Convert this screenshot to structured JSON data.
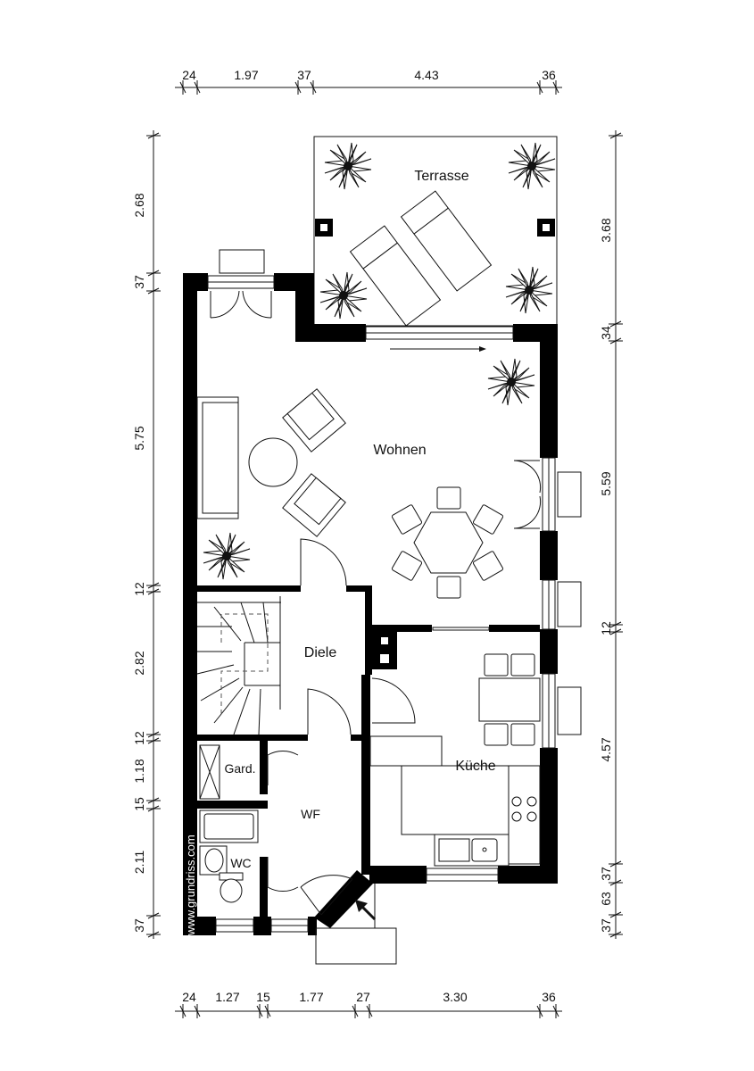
{
  "dims_top": [
    "24",
    "1.97",
    "37",
    "4.43",
    "36"
  ],
  "dims_bottom": [
    "24",
    "1.27",
    "15",
    "1.77",
    "27",
    "3.30",
    "36"
  ],
  "dims_left": [
    "2.68",
    "37",
    "5.75",
    "12",
    "2.82",
    "12",
    "1.18",
    "15",
    "2.11",
    "37"
  ],
  "dims_right": [
    "3.68",
    "34",
    "5.59",
    "12",
    "4.57",
    "37",
    "63",
    "37"
  ],
  "rooms": {
    "terrasse": "Terrasse",
    "wohnen": "Wohnen",
    "diele": "Diele",
    "kueche": "Küche",
    "gard": "Gard.",
    "wf": "WF",
    "wc": "WC"
  },
  "watermark": "www.grundriss.com",
  "colors": {
    "wall": "#000000",
    "line": "#111111",
    "background": "#ffffff"
  }
}
